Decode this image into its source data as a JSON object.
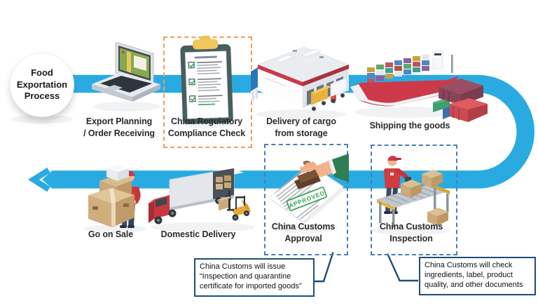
{
  "diagram": {
    "title": "Food\nExportation\nProcess",
    "stamp_text": "APPROVED",
    "colors": {
      "flow_band": "#29ABE2",
      "highlight_dash_orange": "#F79B57",
      "highlight_dash_blue": "#4A7EBB",
      "callout_border": "#1F4E79",
      "stamp_green": "#3FA45B"
    },
    "top_steps": [
      {
        "label": "Export Planning\n/ Order Receiving",
        "icon": "laptop-icon"
      },
      {
        "label": "China Regulatory\nCompliance Check",
        "icon": "clipboard-checklist-icon",
        "highlight": "orange-dashed"
      },
      {
        "label": "Delivery of cargo\nfrom storage",
        "icon": "warehouse-trucks-icon"
      },
      {
        "label": "Shipping the goods",
        "icon": "container-ship-icon"
      }
    ],
    "bottom_steps": [
      {
        "label": "Go on Sale",
        "icon": "person-with-boxes-icon"
      },
      {
        "label": "Domestic Delivery",
        "icon": "truck-forklift-icon"
      },
      {
        "label": "China Customs\nApproval",
        "icon": "approved-stamp-icon",
        "highlight": "blue-dashed"
      },
      {
        "label": "China Customs\nInspection",
        "icon": "conveyor-inspection-icon",
        "highlight": "blue-dashed"
      }
    ],
    "callouts": [
      {
        "text": "China Customs will issue\n“Inspection and quarantine\ncertificate for imported goods”",
        "points_to": "China Customs Approval"
      },
      {
        "text": "China Customs will check\ningredients, label, product\nquality, and other documents",
        "points_to": "China Customs Inspection"
      }
    ]
  }
}
